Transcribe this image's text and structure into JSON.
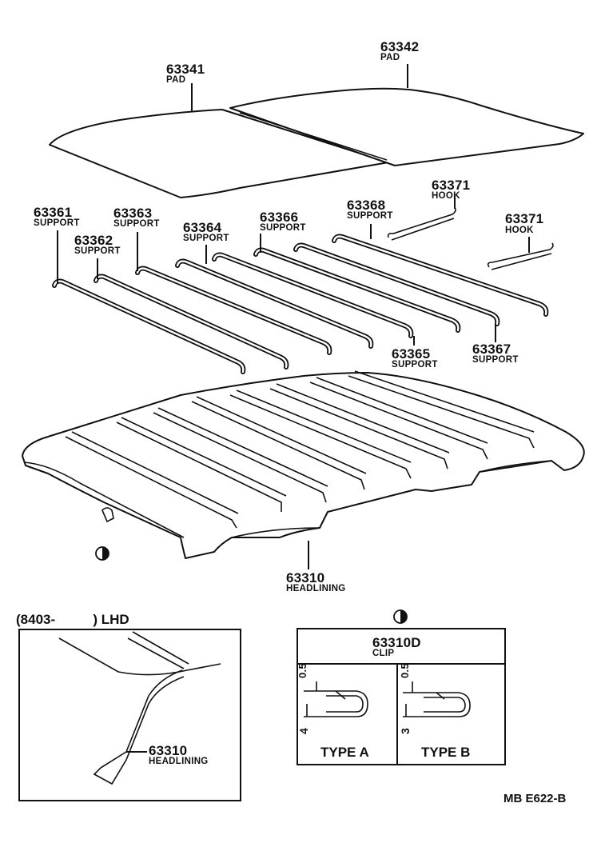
{
  "parts": {
    "pad_front": {
      "number": "63341",
      "name": "PAD"
    },
    "pad_rear": {
      "number": "63342",
      "name": "PAD"
    },
    "support_1": {
      "number": "63361",
      "name": "SUPPORT"
    },
    "support_2": {
      "number": "63362",
      "name": "SUPPORT"
    },
    "support_3": {
      "number": "63363",
      "name": "SUPPORT"
    },
    "support_4": {
      "number": "63364",
      "name": "SUPPORT"
    },
    "support_5": {
      "number": "63365",
      "name": "SUPPORT"
    },
    "support_6": {
      "number": "63366",
      "name": "SUPPORT"
    },
    "support_7": {
      "number": "63367",
      "name": "SUPPORT"
    },
    "support_8": {
      "number": "63368",
      "name": "SUPPORT"
    },
    "hook_a": {
      "number": "63371",
      "name": "HOOK"
    },
    "hook_b": {
      "number": "63371",
      "name": "HOOK"
    },
    "headlining": {
      "number": "63310",
      "name": "HEADLINING"
    }
  },
  "inset_lhd": {
    "header": "(8403-          ) LHD",
    "part_number": "63310",
    "part_name": "HEADLINING"
  },
  "inset_clip": {
    "part_number": "63310D",
    "part_name": "CLIP",
    "type_a": "TYPE A",
    "type_b": "TYPE B",
    "dim_a_top": "0.5",
    "dim_a_bottom": "4",
    "dim_b_top": "0.5",
    "dim_b_bottom": "3"
  },
  "diagram_code": "MB E622-B"
}
